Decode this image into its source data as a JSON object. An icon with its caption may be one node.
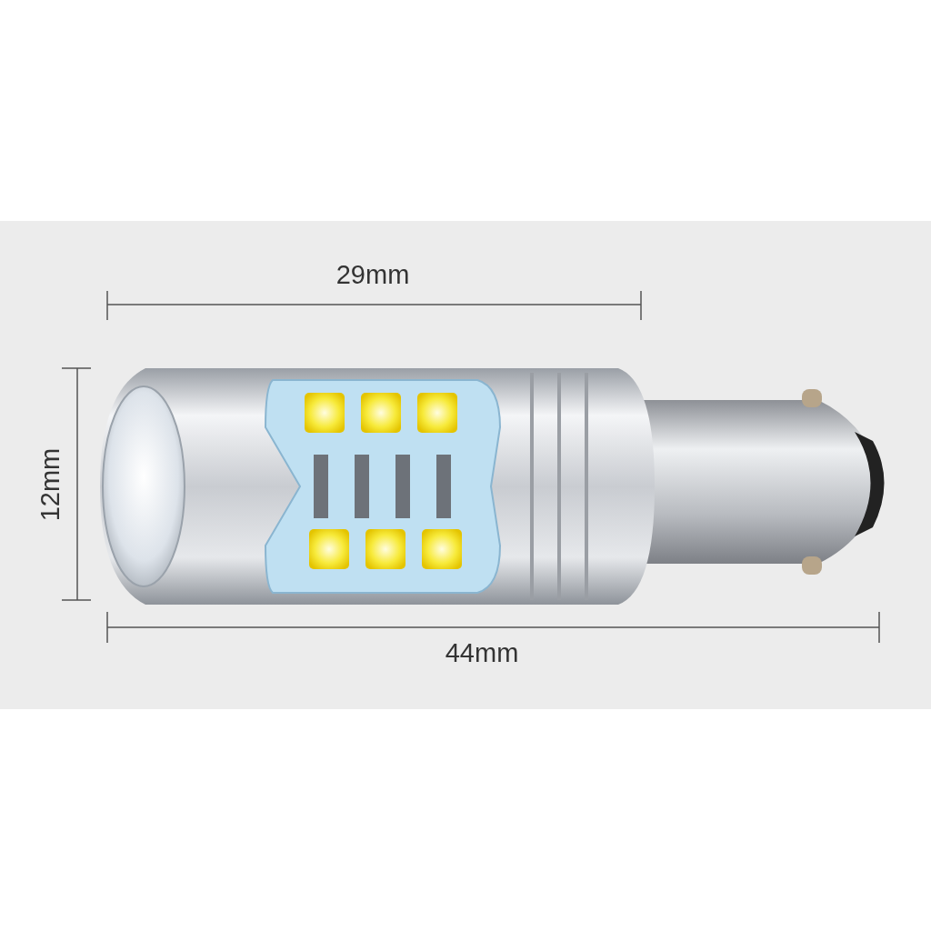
{
  "diagram": {
    "labels": [
      "29mm",
      "12mm",
      "44mm"
    ]
  }
}
